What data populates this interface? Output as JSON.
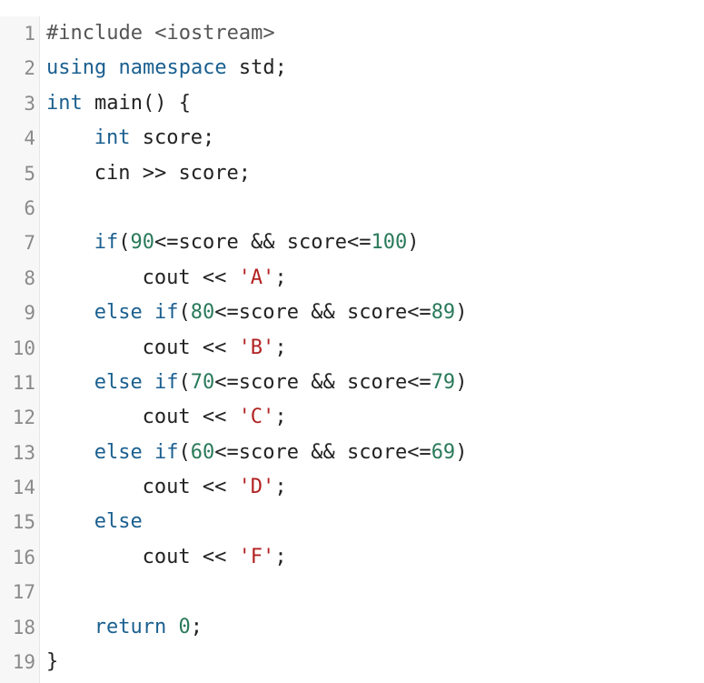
{
  "colors": {
    "keyword": "#1a5f8f",
    "number": "#2a7a5a",
    "string": "#b22222",
    "plain": "#222222",
    "line_number": "#8a8a8a",
    "gutter_background": "#f7f7f7"
  },
  "lines": [
    {
      "num": "1",
      "indent": 0,
      "tokens": [
        {
          "t": "ppd",
          "v": "#include <iostream>"
        }
      ]
    },
    {
      "num": "2",
      "indent": 0,
      "tokens": [
        {
          "t": "kw",
          "v": "using namespace"
        },
        {
          "t": "plain",
          "v": " std;"
        }
      ]
    },
    {
      "num": "3",
      "indent": 0,
      "tokens": [
        {
          "t": "kw",
          "v": "int"
        },
        {
          "t": "plain",
          "v": " main() {"
        }
      ]
    },
    {
      "num": "4",
      "indent": 4,
      "tokens": [
        {
          "t": "kw",
          "v": "int"
        },
        {
          "t": "plain",
          "v": " score;"
        }
      ]
    },
    {
      "num": "5",
      "indent": 4,
      "tokens": [
        {
          "t": "plain",
          "v": "cin >> score;"
        }
      ]
    },
    {
      "num": "6",
      "indent": 0,
      "tokens": []
    },
    {
      "num": "7",
      "indent": 4,
      "tokens": [
        {
          "t": "kw",
          "v": "if"
        },
        {
          "t": "plain",
          "v": "("
        },
        {
          "t": "num",
          "v": "90"
        },
        {
          "t": "plain",
          "v": "<=score && score<="
        },
        {
          "t": "num",
          "v": "100"
        },
        {
          "t": "plain",
          "v": ")"
        }
      ]
    },
    {
      "num": "8",
      "indent": 8,
      "tokens": [
        {
          "t": "plain",
          "v": "cout << "
        },
        {
          "t": "str",
          "v": "'A'"
        },
        {
          "t": "plain",
          "v": ";"
        }
      ]
    },
    {
      "num": "9",
      "indent": 4,
      "tokens": [
        {
          "t": "kw",
          "v": "else if"
        },
        {
          "t": "plain",
          "v": "("
        },
        {
          "t": "num",
          "v": "80"
        },
        {
          "t": "plain",
          "v": "<=score && score<="
        },
        {
          "t": "num",
          "v": "89"
        },
        {
          "t": "plain",
          "v": ")"
        }
      ]
    },
    {
      "num": "10",
      "indent": 8,
      "tokens": [
        {
          "t": "plain",
          "v": "cout << "
        },
        {
          "t": "str",
          "v": "'B'"
        },
        {
          "t": "plain",
          "v": ";"
        }
      ]
    },
    {
      "num": "11",
      "indent": 4,
      "tokens": [
        {
          "t": "kw",
          "v": "else if"
        },
        {
          "t": "plain",
          "v": "("
        },
        {
          "t": "num",
          "v": "70"
        },
        {
          "t": "plain",
          "v": "<=score && score<="
        },
        {
          "t": "num",
          "v": "79"
        },
        {
          "t": "plain",
          "v": ")"
        }
      ]
    },
    {
      "num": "12",
      "indent": 8,
      "tokens": [
        {
          "t": "plain",
          "v": "cout << "
        },
        {
          "t": "str",
          "v": "'C'"
        },
        {
          "t": "plain",
          "v": ";"
        }
      ]
    },
    {
      "num": "13",
      "indent": 4,
      "tokens": [
        {
          "t": "kw",
          "v": "else if"
        },
        {
          "t": "plain",
          "v": "("
        },
        {
          "t": "num",
          "v": "60"
        },
        {
          "t": "plain",
          "v": "<=score && score<="
        },
        {
          "t": "num",
          "v": "69"
        },
        {
          "t": "plain",
          "v": ")"
        }
      ]
    },
    {
      "num": "14",
      "indent": 8,
      "tokens": [
        {
          "t": "plain",
          "v": "cout << "
        },
        {
          "t": "str",
          "v": "'D'"
        },
        {
          "t": "plain",
          "v": ";"
        }
      ]
    },
    {
      "num": "15",
      "indent": 4,
      "tokens": [
        {
          "t": "kw",
          "v": "else"
        }
      ]
    },
    {
      "num": "16",
      "indent": 8,
      "tokens": [
        {
          "t": "plain",
          "v": "cout << "
        },
        {
          "t": "str",
          "v": "'F'"
        },
        {
          "t": "plain",
          "v": ";"
        }
      ]
    },
    {
      "num": "17",
      "indent": 0,
      "tokens": []
    },
    {
      "num": "18",
      "indent": 4,
      "tokens": [
        {
          "t": "kw",
          "v": "return"
        },
        {
          "t": "plain",
          "v": " "
        },
        {
          "t": "num",
          "v": "0"
        },
        {
          "t": "plain",
          "v": ";"
        }
      ]
    },
    {
      "num": "19",
      "indent": 0,
      "tokens": [
        {
          "t": "plain",
          "v": "}"
        }
      ]
    }
  ]
}
